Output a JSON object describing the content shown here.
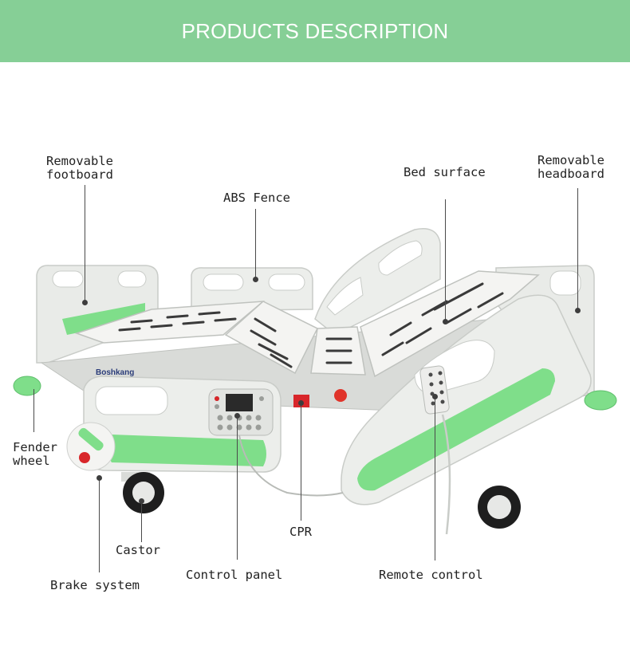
{
  "banner": {
    "title": "PRODUCTS DESCRIPTION",
    "color": "#86cf96"
  },
  "product": {
    "brand_mark": "Boshkang"
  },
  "labels": {
    "removable_footboard": "Removable\nfootboard",
    "abs_fence": "ABS Fence",
    "bed_surface": "Bed surface",
    "removable_headboard": "Removable\nheadboard",
    "fender_wheel": "Fender\nwheel",
    "castor": "Castor",
    "cpr": "CPR",
    "control_panel": "Control panel",
    "remote_control": "Remote control",
    "brake_system": "Brake system"
  },
  "colors": {
    "accent_green": "#7fde8a",
    "bed_white": "#f4f4f2",
    "frame_grey": "#d9dbd8",
    "cpr_red": "#d8262a"
  },
  "icons": [
    "leader-line",
    "leader-dot"
  ]
}
